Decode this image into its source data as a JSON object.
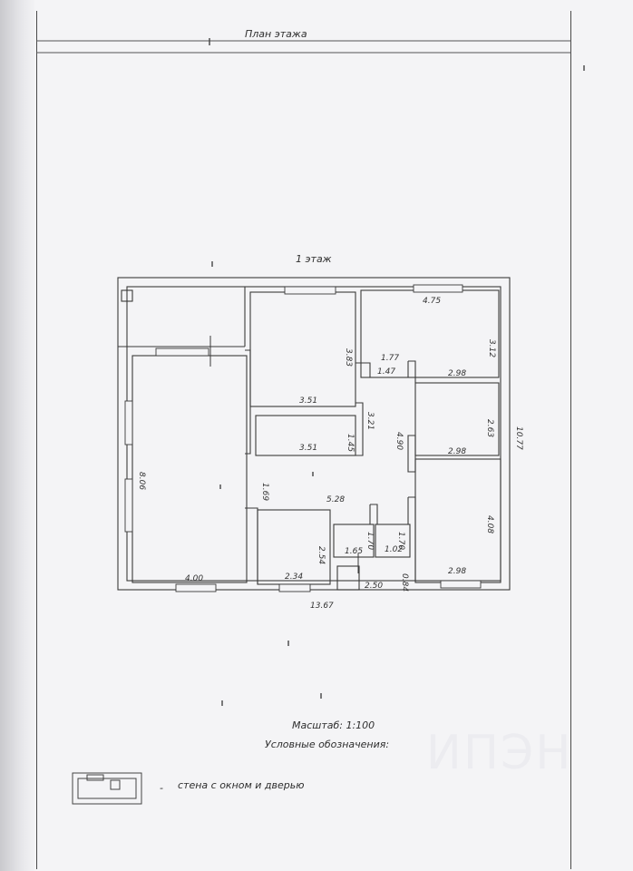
{
  "header": {
    "title": "План этажа"
  },
  "floor": {
    "label": "1 этаж"
  },
  "dimensions": {
    "d_475": "4.75",
    "d_312": "3.12",
    "d_383": "3.83",
    "d_177": "1.77",
    "d_147": "1.47",
    "d_298a": "2.98",
    "d_351a": "3.51",
    "d_321": "3.21",
    "d_263": "2.63",
    "d_145": "1.45",
    "d_490": "4.90",
    "d_351b": "3.51",
    "d_298b": "2.98",
    "d_806": "8.06",
    "d_169": "1.69",
    "d_1077": "10.77",
    "d_528": "5.28",
    "d_170a": "1.70",
    "d_170b": "1.70",
    "d_408": "4.08",
    "d_254": "2.54",
    "d_165": "1.65",
    "d_102": "1.02",
    "d_400": "4.00",
    "d_234": "2.34",
    "d_250": "2.50",
    "d_084": "0.84",
    "d_298c": "2.98",
    "d_1367": "13.67"
  },
  "footer": {
    "scale": "Масштаб: 1:100",
    "legend_title": "Условные обозначения:",
    "legend_dash": "-",
    "legend_text": "стена с окном и дверью"
  }
}
